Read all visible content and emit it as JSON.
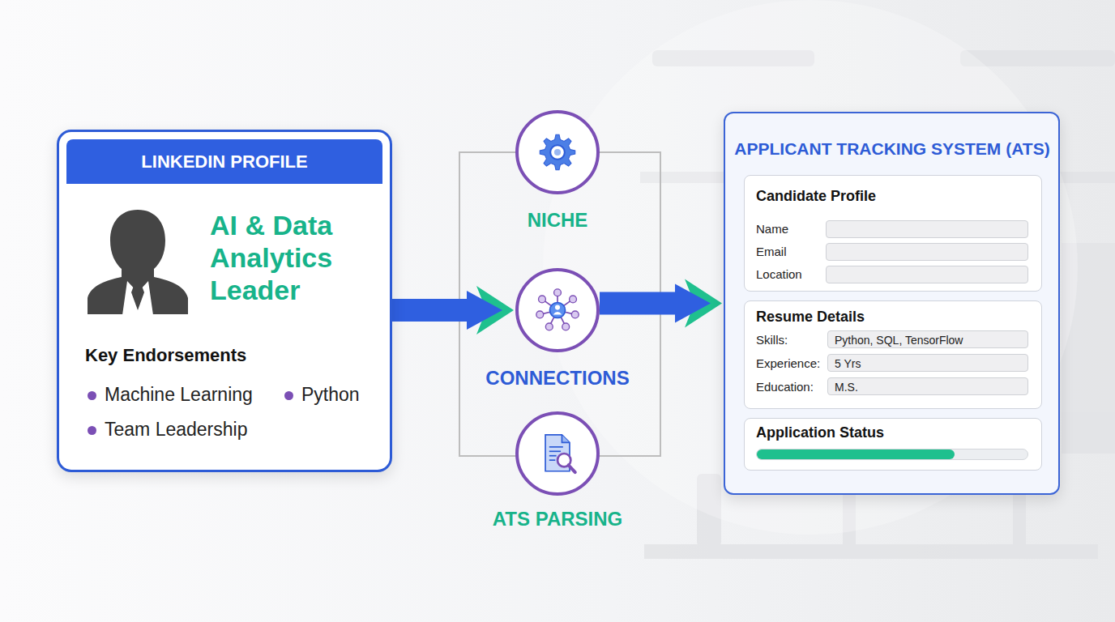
{
  "diagram": {
    "nodes": [
      {
        "text": [
          "LINKEDIN PROFILE",
          "AI & Data Analytics Leader",
          "Key Endorsements",
          "Machine Learning",
          "Python",
          "Team Leadership"
        ]
      },
      {
        "text": [
          "NICHE"
        ]
      },
      {
        "text": [
          "CONNECTIONS"
        ]
      },
      {
        "text": [
          "ATS PARSING"
        ]
      },
      {
        "text": [
          "APPLICANT TRACKING SYSTEM (ATS)"
        ]
      },
      {
        "text": [
          "Candidate Profile",
          "Name",
          "Email",
          "Location"
        ],
        "in": 4
      },
      {
        "text": [
          "Resume Details",
          "Skills:",
          "Python, SQL, TensorFlow",
          "Experience:",
          "5 Yrs",
          "Education:",
          "M.S."
        ],
        "in": 4
      },
      {
        "text": [
          "Application Status"
        ],
        "in": 4
      }
    ],
    "edges": [
      {
        "from": 0,
        "to": 2,
        "arrow": "to"
      },
      {
        "from": 2,
        "to": 4,
        "arrow": "to"
      }
    ]
  }
}
